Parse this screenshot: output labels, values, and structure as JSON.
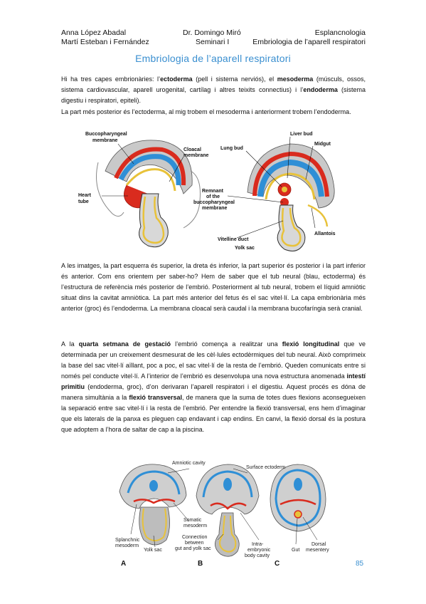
{
  "header": {
    "author1": "Anna López Abadal",
    "author2": "Martí Esteban i Fernández",
    "professor": "Dr. Domingo Miró",
    "seminar": "Seminari I",
    "subject": "Esplancnologia",
    "subtitle": "Embriologia de l’aparell respiratori"
  },
  "title": "Embriologia de l’aparell respiratori",
  "p1": {
    "t1": "Hi ha tres capes embrionàries: l’",
    "b1": "ectoderma",
    "t2": " (pell i sistema nerviós), el ",
    "b2": "mesoderma",
    "t3": " (músculs, ossos, sistema cardiovascular, aparell urogenital, cartílag i altres teixits connectius) i l’",
    "b3": "endoderma",
    "t4": " (sistema digestiu i respiratori, epiteli)."
  },
  "p2": "La part més posterior és l’ectoderma, al mig trobem el mesoderma i anteriorment trobem l’endoderma.",
  "fig1": {
    "labels": {
      "bucco": "Buccopharyngeal",
      "bucco2": "membrane",
      "cloacal": "Cloacal",
      "cloacal2": "membrane",
      "heart": "Heart",
      "heart2": "tube",
      "lung": "Lung bud",
      "liver": "Liver bud",
      "midgut": "Midgut",
      "remnant1": "Remnant",
      "remnant2": "of the",
      "remnant3": "buccopharyngeal",
      "remnant4": "membrane",
      "allantois": "Allantois",
      "vitelline": "Vitelline duct",
      "yolk": "Yolk sac"
    }
  },
  "p3": "A les imatges, la part esquerra és superior, la dreta és inferior, la part superior és posterior i la part inferior és anterior. Com ens orientem per saber-ho? Hem de saber que el tub neural (blau, ectoderma) és l’estructura de referència més posterior de l’embrió. Posteriorment al tub neural, trobem el líquid amniòtic situat dins la cavitat amniòtica. La part més anterior del fetus és el sac vitel·lí. La capa embrionària més anterior (groc) és l’endoderma. La membrana cloacal serà caudal i la membrana bucofaríngia serà cranial.",
  "p4": {
    "t1": "A la ",
    "b1": "quarta setmana de gestació",
    "t2": " l’embrió comença a realitzar una ",
    "b2": "flexió longitudinal",
    "t3": " que ve determinada per un creixement desmesurat de les cèl·lules ectodèrmiques del tub neural. Això comprimeix la base del sac vitel·lí aïllant, poc a poc, el sac vitel·lí de la resta de l’embrió. Queden comunicats entre si només pel conducte vitel·lí. A l’interior de l’embrió es desenvolupa una nova estructura anomenada ",
    "b3": "intestí primitiu",
    "t4": " (endoderma, groc), d’on derivaran l’aparell respiratori i el digestiu. Aquest procés es dóna de manera simultània a la ",
    "b4": "flexió transversal",
    "t5": ", de manera que la suma de totes dues flexions aconsegueixen la separació entre sac vitel·lí i la resta de l’embrió. Per entendre la flexió transversal, ens hem d’imaginar que els laterals de la panxa es pleguen cap endavant i cap endins. En canvi, la flexió dorsal és la postura que adoptem a l’hora de saltar de cap a la piscina."
  },
  "fig2": {
    "labels": {
      "amniotic": "Amniotic cavity",
      "surface": "Surface ectoderm",
      "somatic": "Somatic",
      "somatic2": "mesoderm",
      "splanchnic": "Splanchnic",
      "splanchnic2": "mesoderm",
      "yolk": "Yolk sac",
      "connection1": "Connection",
      "connection2": "between",
      "connection3": "gut and yolk sac",
      "intra1": "Intra-",
      "intra2": "embryonic",
      "intra3": "body cavity",
      "gut": "Gut",
      "dorsal": "Dorsal",
      "dorsal2": "mesentery",
      "a": "A",
      "b": "B",
      "c": "C"
    }
  },
  "page_number": "85",
  "colors": {
    "accent": "#3a8fd0",
    "ectoderm": "#2f8fd6",
    "endoderm": "#e8c23a",
    "mesoderm": "#d92b1e"
  }
}
